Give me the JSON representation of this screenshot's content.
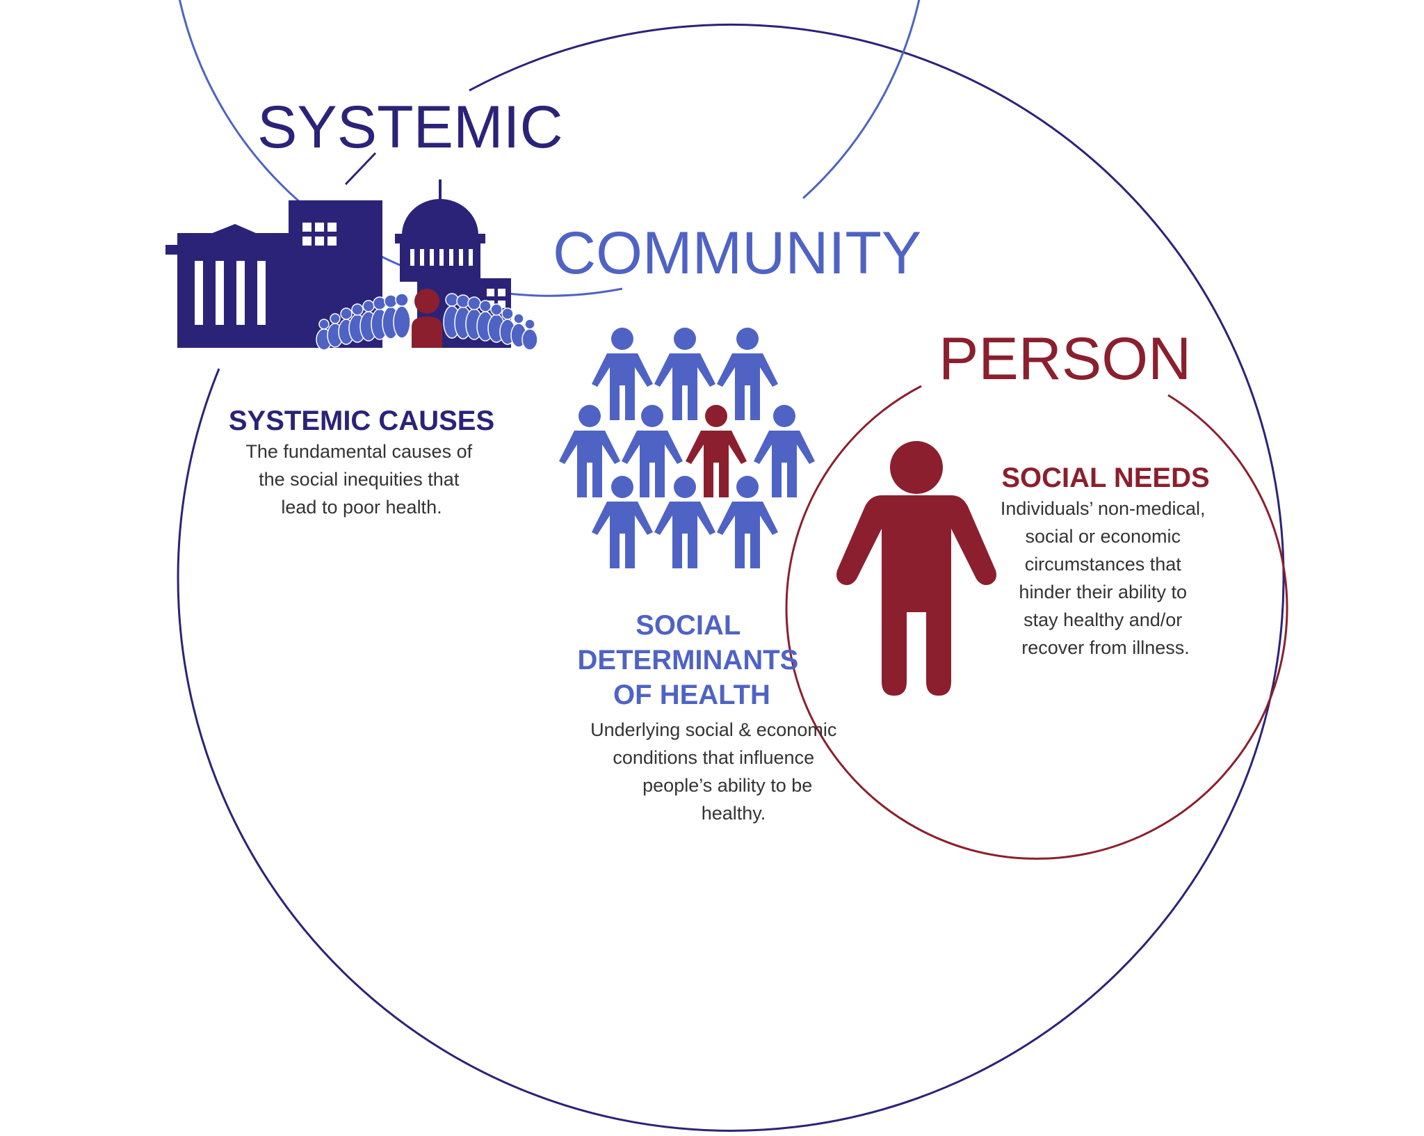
{
  "colors": {
    "systemic": "#2b2378",
    "community": "#4f63c4",
    "person": "#8b1f2e",
    "text": "#333333"
  },
  "levels": [
    {
      "label": "SYSTEMIC",
      "heading": "SYSTEMIC CAUSES",
      "description": [
        "The fundamental causes of",
        "the social inequities that",
        "lead to poor health."
      ],
      "icon": "buildings-crowd-icon"
    },
    {
      "label": "COMMUNITY",
      "heading": [
        "SOCIAL",
        "DETERMINANTS",
        "OF HEALTH"
      ],
      "description": [
        "Underlying social & economic",
        "conditions that influence",
        "people’s ability to be",
        "healthy."
      ],
      "icon": "people-group-icon"
    },
    {
      "label": "PERSON",
      "heading": "SOCIAL NEEDS",
      "description": [
        "Individuals’ non-medical,",
        "social or economic",
        "circumstances that",
        "hinder their ability to",
        "stay healthy and/or",
        "recover from illness."
      ],
      "icon": "person-icon"
    }
  ]
}
